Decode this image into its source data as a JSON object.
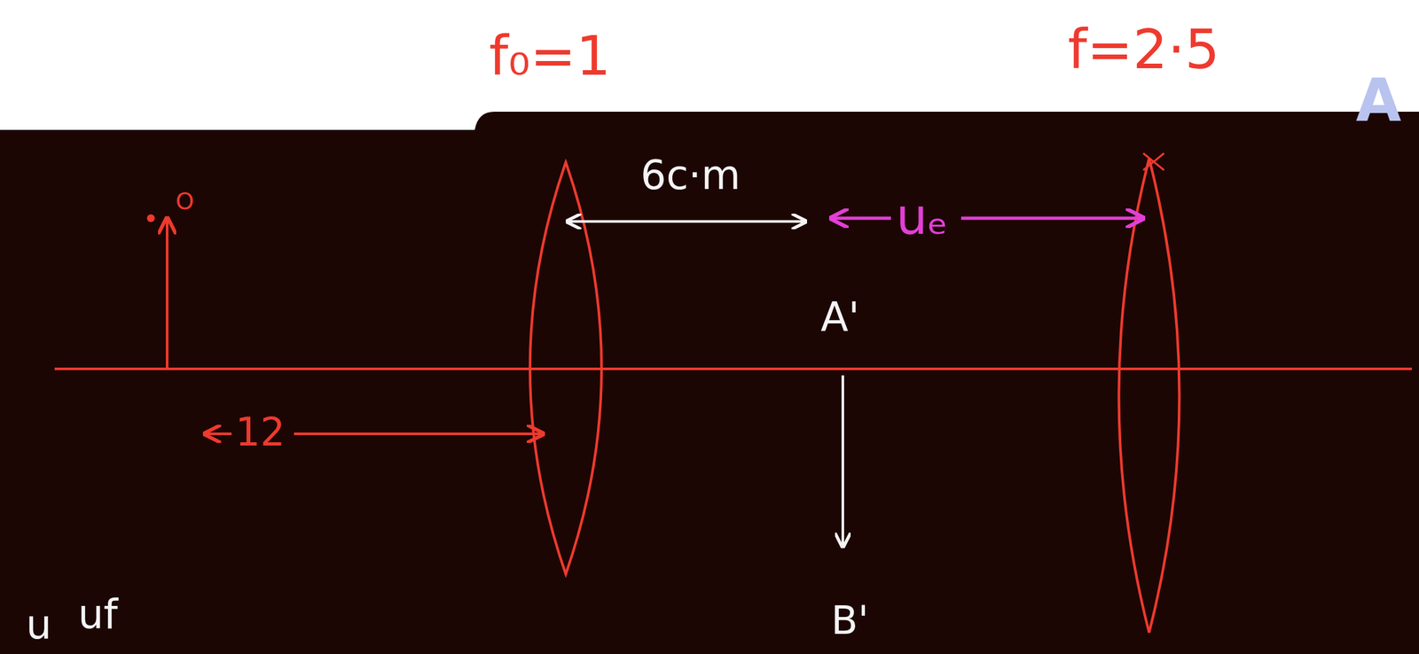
{
  "diagram": {
    "labels": [
      "f₀=1",
      "f=2·5",
      "A",
      "6c·m",
      "O",
      "uₑ",
      "A'",
      "12",
      "B'",
      "u",
      "uf"
    ]
  }
}
